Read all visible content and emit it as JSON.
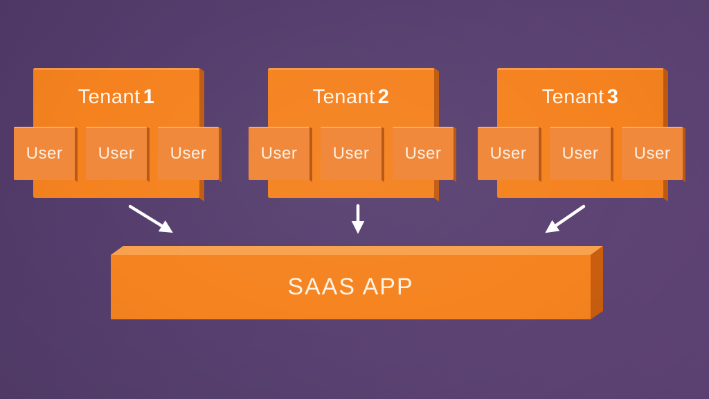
{
  "colors": {
    "bg_start": "#523a69",
    "bg_end": "#614578",
    "tenant_face": "#f5821f",
    "tenant_edge": "#c05b10",
    "tenant_highlight": "#fb9e4d",
    "user_face": "#f0893c",
    "user_edge": "#b85a16",
    "bar_face": "#f5831f",
    "bar_top": "#f9a14d",
    "bar_side": "#c95e0e",
    "arrow": "#ffffff",
    "text": "#ffffff",
    "saas_text": "#fdf3e7"
  },
  "tenants": [
    {
      "label": "Tenant",
      "number": "1",
      "users": [
        "User",
        "User",
        "User"
      ]
    },
    {
      "label": "Tenant",
      "number": "2",
      "users": [
        "User",
        "User",
        "User"
      ]
    },
    {
      "label": "Tenant",
      "number": "3",
      "users": [
        "User",
        "User",
        "User"
      ]
    }
  ],
  "saas_bar": {
    "label": "SAAS APP"
  },
  "arrows": [
    "down-right",
    "down",
    "down-left"
  ]
}
